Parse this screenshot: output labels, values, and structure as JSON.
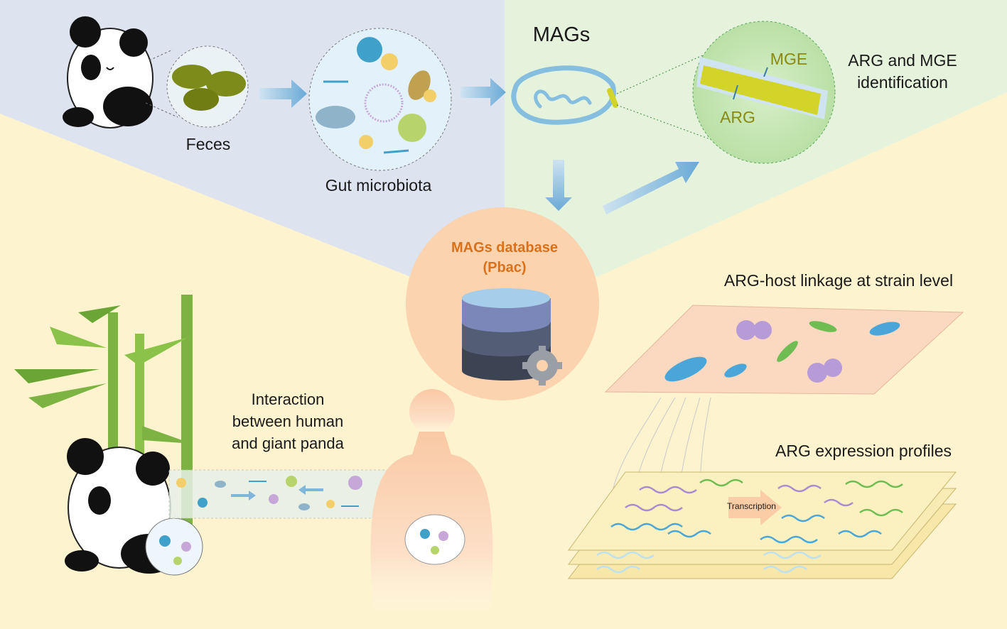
{
  "labels": {
    "feces": "Feces",
    "gut_microbiota": "Gut microbiota",
    "mags": "MAGs",
    "mge": "MGE",
    "arg": "ARG",
    "arg_mge_identification_line1": "ARG and MGE",
    "arg_mge_identification_line2": "identification",
    "database_line1": "MAGs database",
    "database_line2": "(Pbac)",
    "arg_host_linkage": "ARG-host linkage at strain level",
    "arg_expression_profiles": "ARG expression profiles",
    "transcription": "Transcription",
    "interaction_line1": "Interaction",
    "interaction_line2": "between human",
    "interaction_line3": "and giant panda"
  },
  "colors": {
    "background_bottom": "#fdf3cf",
    "region_top_left": "#dde4f0",
    "region_top_right": "#e6f3dc",
    "database_circle": "#fbd3ae",
    "database_title": "#d9711c",
    "arrow": "#7fb6d9",
    "gene_yellow": "#d3d42a",
    "bamboo": "#7cb342"
  },
  "icons": [
    "panda-icon",
    "feces-icon",
    "microbe-icon",
    "dna-loop-icon",
    "database-icon",
    "gear-icon",
    "bamboo-icon",
    "human-silhouette-icon",
    "bacteria-icon",
    "dna-strand-icon"
  ]
}
